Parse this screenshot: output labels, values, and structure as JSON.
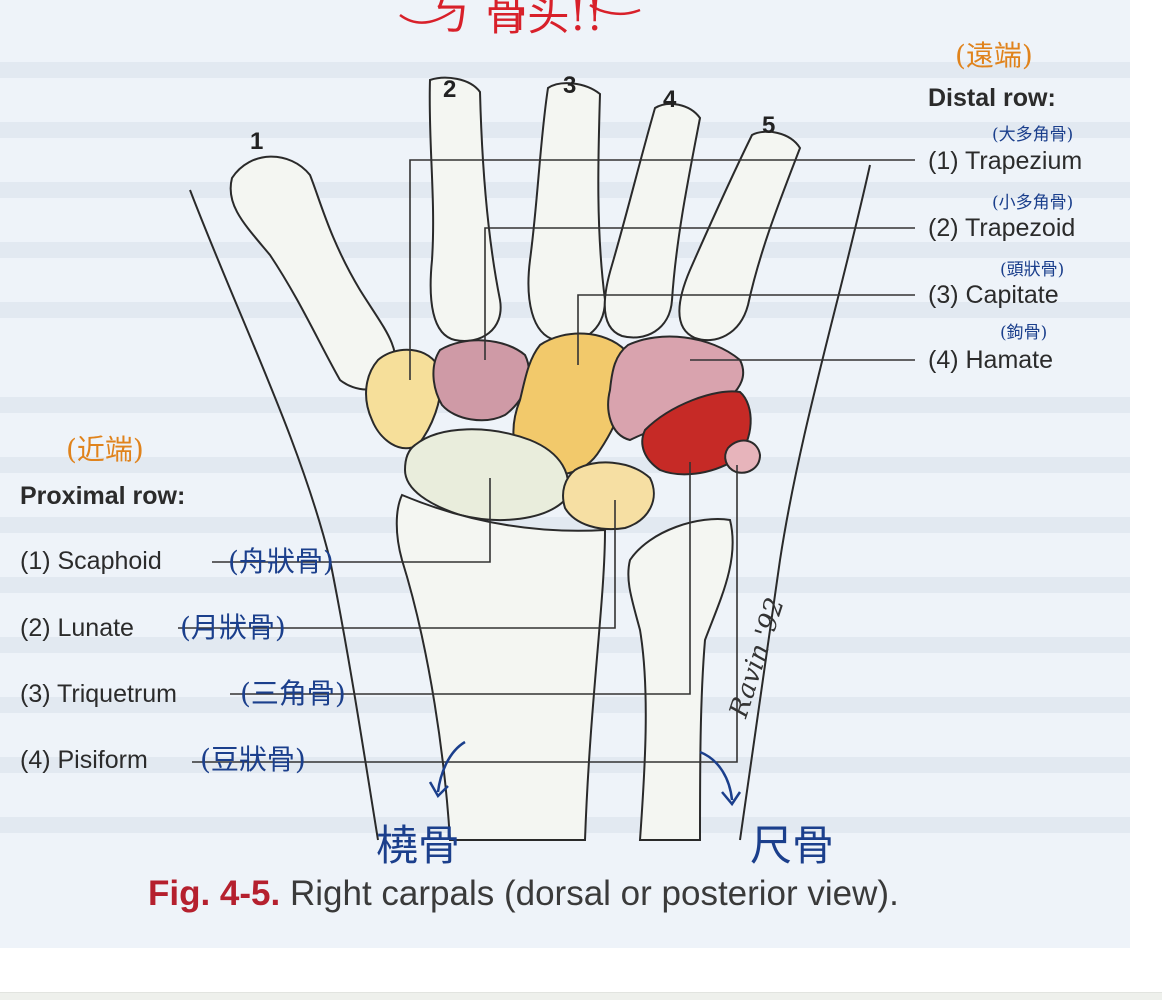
{
  "handwritten_top": "ㄅ 骨头!!",
  "distal": {
    "note": "(遠端)",
    "heading": "Distal row:",
    "items": [
      {
        "label": "(1) Trapezium",
        "note": "(大多角骨)",
        "color": "#f6df9a"
      },
      {
        "label": "(2) Trapezoid",
        "note": "(小多角骨)",
        "color": "#cf9aa6"
      },
      {
        "label": "(3) Capitate",
        "note": "(頭狀骨)",
        "color": "#f2c96b"
      },
      {
        "label": "(4) Hamate",
        "note": "(鉤骨)",
        "color": "#d9a3ae"
      }
    ]
  },
  "proximal": {
    "note": "(近端)",
    "heading": "Proximal row:",
    "items": [
      {
        "label": "(1) Scaphoid",
        "note": "(舟狀骨)",
        "color": "#e9eddc"
      },
      {
        "label": "(2) Lunate",
        "note": "(月狀骨)",
        "color": "#f6dfa3"
      },
      {
        "label": "(3) Triquetrum",
        "note": "(三角骨)",
        "color": "#c62a26"
      },
      {
        "label": "(4) Pisiform",
        "note": "(豆狀骨)",
        "color": "#e7b4bb"
      }
    ]
  },
  "digits": [
    "1",
    "2",
    "3",
    "4",
    "5"
  ],
  "radius_note": "橈骨",
  "ulna_note": "尺骨",
  "signature": "Ravin '92",
  "caption": {
    "fig": "Fig. 4-5.",
    "text": " Right carpals (dorsal or posterior view)."
  }
}
